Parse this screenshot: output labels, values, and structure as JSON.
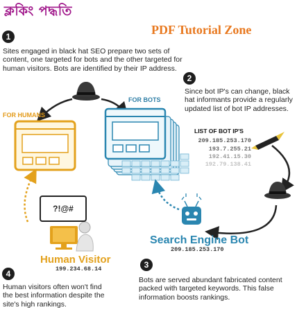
{
  "header": {
    "title_bn": "ক্লকিং পদ্ধতি",
    "brand": "PDF Tutorial Zone"
  },
  "steps": [
    {
      "num": "1",
      "text": "Sites engaged in black hat SEO prepare two sets of content, one targeted for bots and the other targeted for human visitors. Bots are identified by their IP address."
    },
    {
      "num": "2",
      "text": "Since bot IP's can change, black hat informants provide a regularly updated list of bot IP addresses."
    },
    {
      "num": "3",
      "text": "Bots are served abundant fabricated content packed with targeted keywords. This false information boosts rankings."
    },
    {
      "num": "4",
      "text": "Human visitors often won't find the best information despite the site's high rankings."
    }
  ],
  "labels": {
    "for_humans": "FOR HUMANS",
    "for_bots": "FOR BOTS",
    "bubble": "?!@#"
  },
  "bot_list": {
    "title": "LIST OF BOT IP'S",
    "ips": [
      "209.185.253.170",
      "193.7.255.21",
      "192.41.15.30",
      "192.79.138.41"
    ]
  },
  "search_engine_bot": {
    "title": "Search Engine Bot",
    "ip": "209.185.253.170"
  },
  "human_visitor": {
    "title": "Human Visitor",
    "ip": "199.234.68.14"
  },
  "colors": {
    "humans_accent": "#e3a11c",
    "bots_accent": "#2a86b0",
    "title_magenta": "#a0168a",
    "brand_orange": "#e8781e"
  }
}
